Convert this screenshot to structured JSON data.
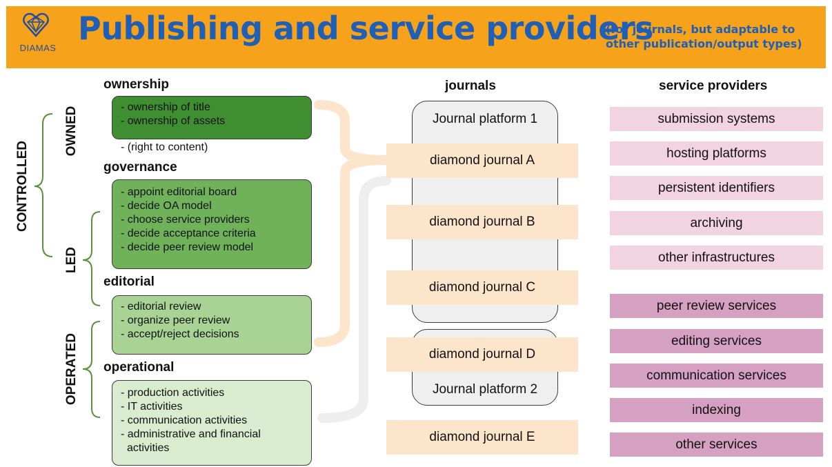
{
  "header": {
    "logo_text": "DIAMAS",
    "title": "Publishing and service providers",
    "subtitle": "(for journals, but adaptable to other publication/output types)"
  },
  "left": {
    "controlled_label": "CONTROLLED",
    "owned_label": "OWNED",
    "led_label": "LED",
    "operated_label": "OPERATED",
    "ownership": {
      "heading": "ownership",
      "items": [
        "- ownership of title",
        "- ownership of assets"
      ],
      "note": "- (right to content)"
    },
    "governance": {
      "heading": "governance",
      "items": [
        "- appoint editorial board",
        "- decide OA model",
        "- choose service providers",
        "- decide acceptance criteria",
        "- decide peer review model"
      ]
    },
    "editorial": {
      "heading": "editorial",
      "items": [
        "- editorial review",
        "- organize peer review",
        "- accept/reject decisions"
      ]
    },
    "operational": {
      "heading": "operational",
      "items": [
        "- production activities",
        "- IT activities",
        "- communication activities",
        "- administrative and financial",
        "activities"
      ]
    }
  },
  "journals": {
    "heading": "journals",
    "platform1": "Journal platform 1",
    "platform2": "Journal platform 2",
    "items": [
      "diamond journal A",
      "diamond journal B",
      "diamond journal C",
      "diamond journal D",
      "diamond journal E"
    ]
  },
  "providers": {
    "heading": "service providers",
    "infrastructure": [
      "submission systems",
      "hosting platforms",
      "persistent identifiers",
      "archiving",
      "other infrastructures"
    ],
    "services": [
      "peer review services",
      "editing services",
      "communication services",
      "indexing",
      "other services"
    ]
  },
  "colors": {
    "header_bg": "#f7a21b",
    "title": "#1f5fb5",
    "ownership_box": "#3f8f32",
    "governance_box": "#6fb25a",
    "editorial_box": "#a9d295",
    "operational_box": "#d9ecd0",
    "journal_box": "#fde5cc",
    "infrastructure_box": "#f2d3e0",
    "services_box": "#d6a0c2",
    "bracket": "#5a8f3c"
  }
}
